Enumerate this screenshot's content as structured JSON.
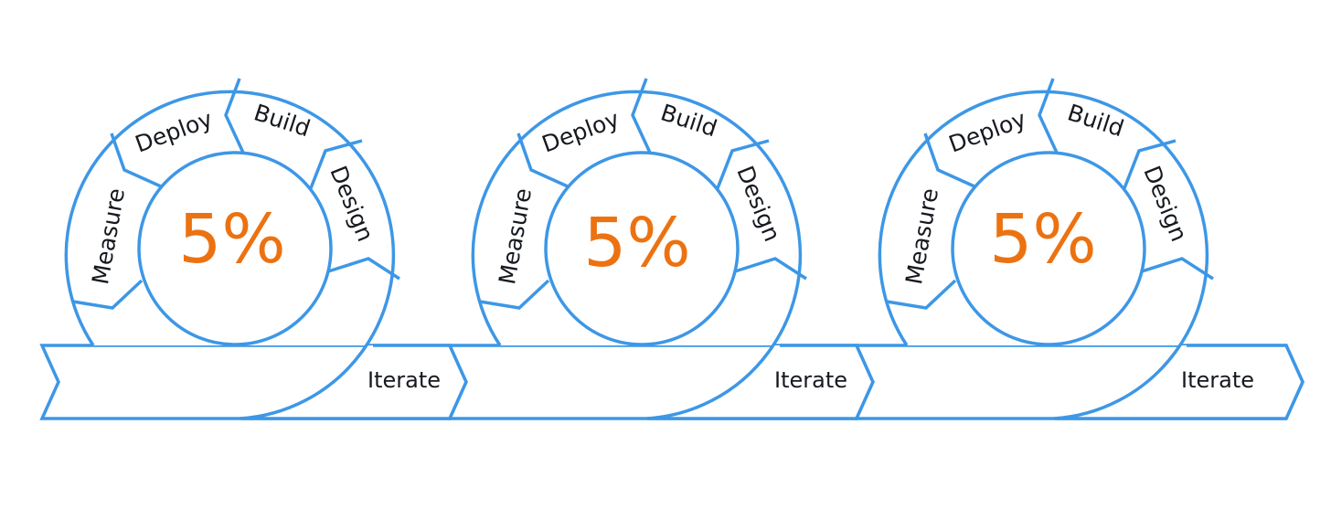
{
  "colors": {
    "line": "#3d97e6",
    "percent": "#ec7211",
    "text": "#16191f"
  },
  "cycles": [
    {
      "percent": "5%",
      "stages": [
        "Deploy",
        "Build",
        "Design",
        "Measure"
      ],
      "arrow_label": "Iterate"
    },
    {
      "percent": "5%",
      "stages": [
        "Deploy",
        "Build",
        "Design",
        "Measure"
      ],
      "arrow_label": "Iterate"
    },
    {
      "percent": "5%",
      "stages": [
        "Deploy",
        "Build",
        "Design",
        "Measure"
      ],
      "arrow_label": "Iterate"
    }
  ]
}
